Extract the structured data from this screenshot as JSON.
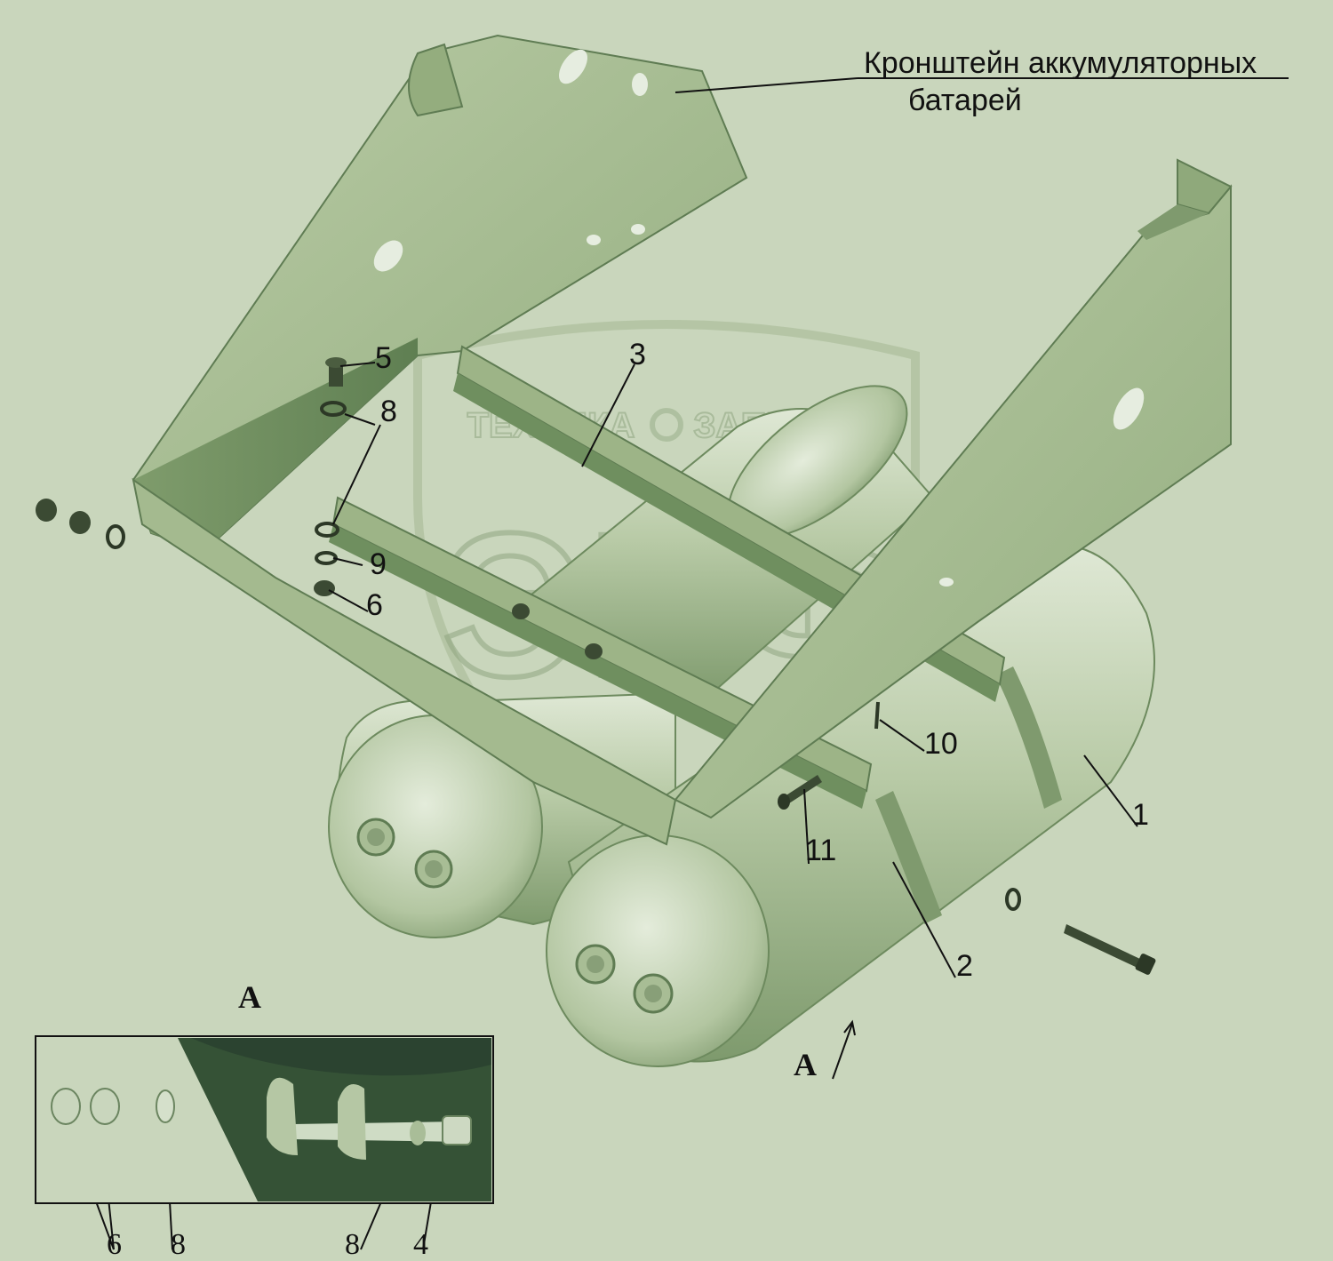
{
  "title": {
    "line1": "Кронштейн аккумуляторных",
    "line2": "батарей"
  },
  "callouts": {
    "c1": "1",
    "c2": "2",
    "c3": "3",
    "c5": "5",
    "c6": "6",
    "c8": "8",
    "c9": "9",
    "c10": "10",
    "c11": "11"
  },
  "view": {
    "label": "А",
    "arrow_label": "А",
    "inset": {
      "c6": "6",
      "c8a": "8",
      "c8b": "8",
      "c4": "4"
    }
  },
  "watermark": {
    "left": "ТЕХНИКА",
    "right": "ЗАПЧАСТИ",
    "big": "ЭПФ"
  },
  "colors": {
    "background": "#c9d6bc",
    "bracket": "#a9bf95",
    "bracket_dark": "#6f8f5f",
    "tank": "#b6c8a6",
    "inset_dark": "#355236"
  }
}
